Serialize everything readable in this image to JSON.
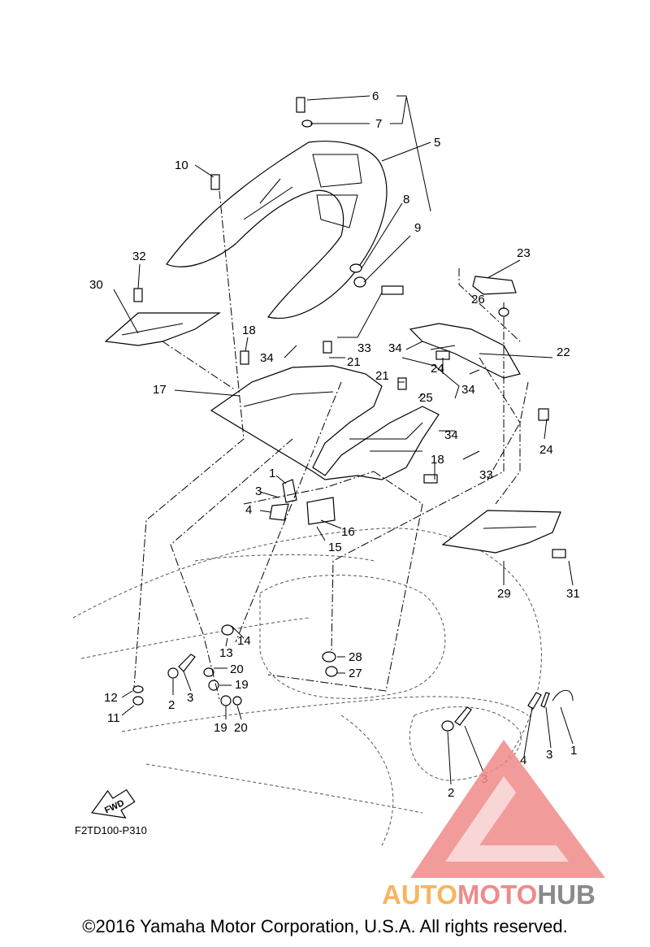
{
  "diagram": {
    "part_callouts": [
      {
        "id": "c1",
        "text": "1"
      },
      {
        "id": "c2",
        "text": "2"
      },
      {
        "id": "c3",
        "text": "3"
      },
      {
        "id": "c4",
        "text": "4"
      },
      {
        "id": "c5",
        "text": "5"
      },
      {
        "id": "c6",
        "text": "6"
      },
      {
        "id": "c7",
        "text": "7"
      },
      {
        "id": "c8",
        "text": "8"
      },
      {
        "id": "c9",
        "text": "9"
      },
      {
        "id": "c10",
        "text": "10"
      },
      {
        "id": "c11",
        "text": "11"
      },
      {
        "id": "c12",
        "text": "12"
      },
      {
        "id": "c13",
        "text": "13"
      },
      {
        "id": "c14",
        "text": "14"
      },
      {
        "id": "c15",
        "text": "15"
      },
      {
        "id": "c16",
        "text": "16"
      },
      {
        "id": "c17",
        "text": "17"
      },
      {
        "id": "c18",
        "text": "18"
      },
      {
        "id": "c19",
        "text": "19"
      },
      {
        "id": "c20",
        "text": "20"
      },
      {
        "id": "c21",
        "text": "21"
      },
      {
        "id": "c22",
        "text": "22"
      },
      {
        "id": "c23",
        "text": "23"
      },
      {
        "id": "c24",
        "text": "24"
      },
      {
        "id": "c25",
        "text": "25"
      },
      {
        "id": "c26",
        "text": "26"
      },
      {
        "id": "c27",
        "text": "27"
      },
      {
        "id": "c28",
        "text": "28"
      },
      {
        "id": "c29",
        "text": "29"
      },
      {
        "id": "c30",
        "text": "30"
      },
      {
        "id": "c31",
        "text": "31"
      },
      {
        "id": "c32",
        "text": "32"
      },
      {
        "id": "c33",
        "text": "33"
      },
      {
        "id": "c34",
        "text": "34"
      }
    ],
    "fwd_label": "FWD",
    "diagram_code": "F2TD100-P310"
  },
  "watermark": {
    "part1": "AUTO",
    "part2": "MOTO",
    "part3": "HUB",
    "colors": {
      "auto": "#f7b560",
      "moto": "#f08a8a",
      "hub": "#8a8a8a",
      "logo": "#f08a8a"
    }
  },
  "footer": {
    "copyright": "©2016 Yamaha Motor Corporation, U.S.A. All rights reserved."
  }
}
